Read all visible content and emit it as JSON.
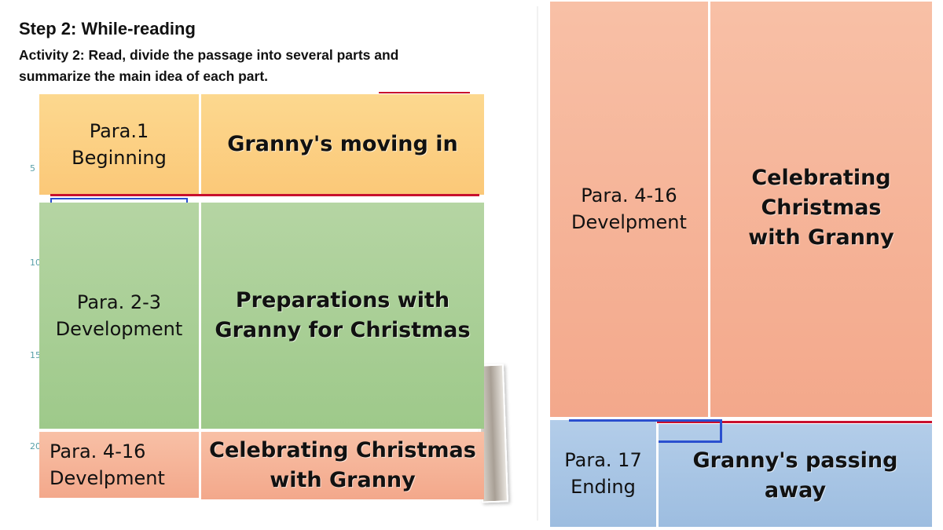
{
  "heading": "Step 2: While-reading",
  "instruction": "Activity 2: Read, divide the passage into several parts and summarize the main idea of each part.",
  "left_table": [
    {
      "label_line1": "Para.1",
      "label_line2": "Beginning",
      "summary": "Granny's moving in"
    },
    {
      "label_line1": "Para. 2-3",
      "label_line2": "Development",
      "summary_line1": "Preparations with",
      "summary_line2": "Granny for Christmas"
    },
    {
      "label_line1": "Para. 4-16",
      "label_line2": "Develpment",
      "summary_line1": "Celebrating Christmas",
      "summary_line2": "with Granny"
    }
  ],
  "right_table": [
    {
      "label_line1": "Para. 4-16",
      "label_line2": "Develpment",
      "summary_line1": "Celebrating",
      "summary_line2": "Christmas",
      "summary_line3": "with Granny"
    },
    {
      "label_line1": "Para. 17",
      "label_line2": "Ending",
      "summary": "Granny's passing away"
    }
  ],
  "line_numbers": [
    "5",
    "10",
    "15",
    "20"
  ],
  "colors": {
    "beginning": "#fbd185",
    "development_green": "#a9d096",
    "development_salmon": "#f5b398",
    "ending_blue": "#a8c5e5",
    "marker_red": "#c8102e",
    "marker_blue": "#2a4fcf"
  }
}
